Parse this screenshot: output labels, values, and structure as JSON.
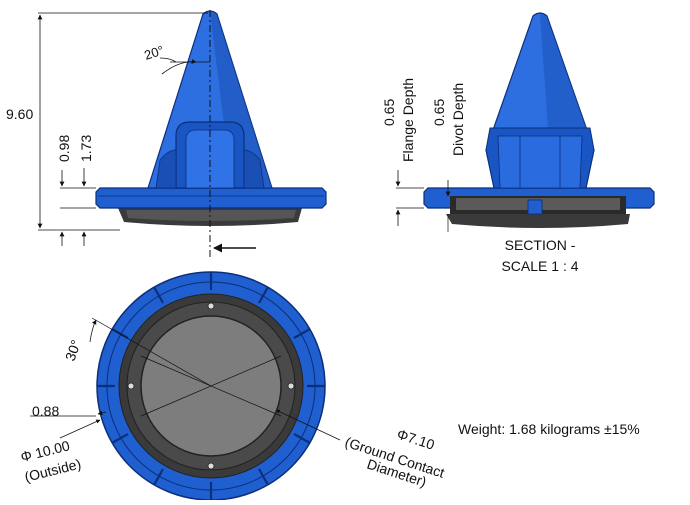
{
  "colors": {
    "blue": "#1f5fd0",
    "blue_dark": "#0b2f7a",
    "blue_mid": "#2d6fe0",
    "rubber": "#3a3a3a",
    "disc": "#7d7d7d",
    "line": "#111111"
  },
  "front_view": {
    "dim_height": "9.60",
    "dim_flange": "0.98",
    "dim_base": "1.73",
    "dim_angle": "20°"
  },
  "section_view": {
    "flange_depth_value": "0.65",
    "flange_depth_label": "Flange Depth",
    "divot_depth_value": "0.65",
    "divot_depth_label": "Divot Depth",
    "caption_line1": "SECTION -",
    "caption_line2": "SCALE 1 : 4"
  },
  "bottom_view": {
    "angle": "30°",
    "rim": "0.88",
    "outside_diameter": "Φ 10.00",
    "outside_label": "(Outside)",
    "contact_diameter": "Φ7.10",
    "contact_label_1": "(Ground Contact",
    "contact_label_2": "Diameter)"
  },
  "weight_text": "Weight: 1.68 kilograms ±15%"
}
